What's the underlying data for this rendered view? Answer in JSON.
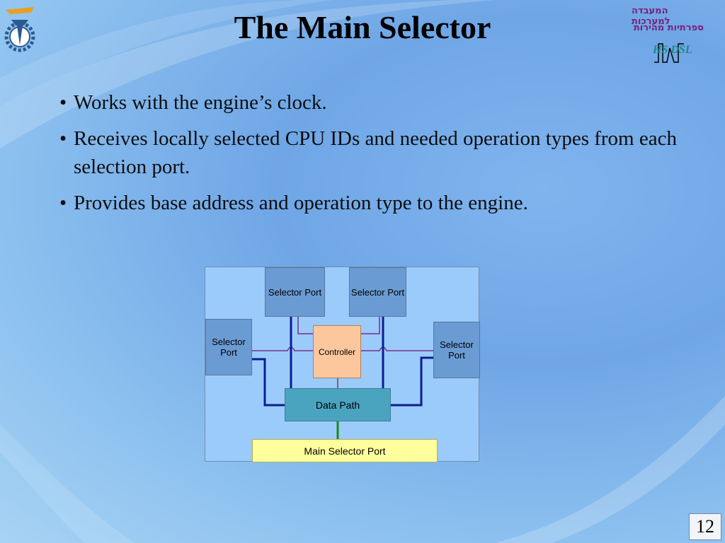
{
  "slide": {
    "title": "The Main Selector",
    "page_number": "12"
  },
  "logos": {
    "right_line1": "המעבדה למערכות",
    "right_line2": "ספרתיות מהירות",
    "right_tag": "HS DSL"
  },
  "bullets": [
    "Works with the engine’s clock.",
    "Receives locally selected CPU IDs and needed operation types from each selection port.",
    "Provides base address and operation type to the engine."
  ],
  "diagram": {
    "top_left_port": "Selector Port",
    "top_right_port": "Selector Port",
    "left_port": "Selector Port",
    "right_port": "Selector Port",
    "controller": "Controller",
    "data_path": "Data Path",
    "main_selector_port": "Main Selector Port"
  },
  "colors": {
    "port": "#6b9bd3",
    "controller": "#fdc79e",
    "data_path": "#4aa4c0",
    "main_selector_port": "#ffff9d",
    "data_wire": "#0b1f8c",
    "control_wire": "#7a2f8a",
    "output_wire": "#1a8a1a"
  }
}
